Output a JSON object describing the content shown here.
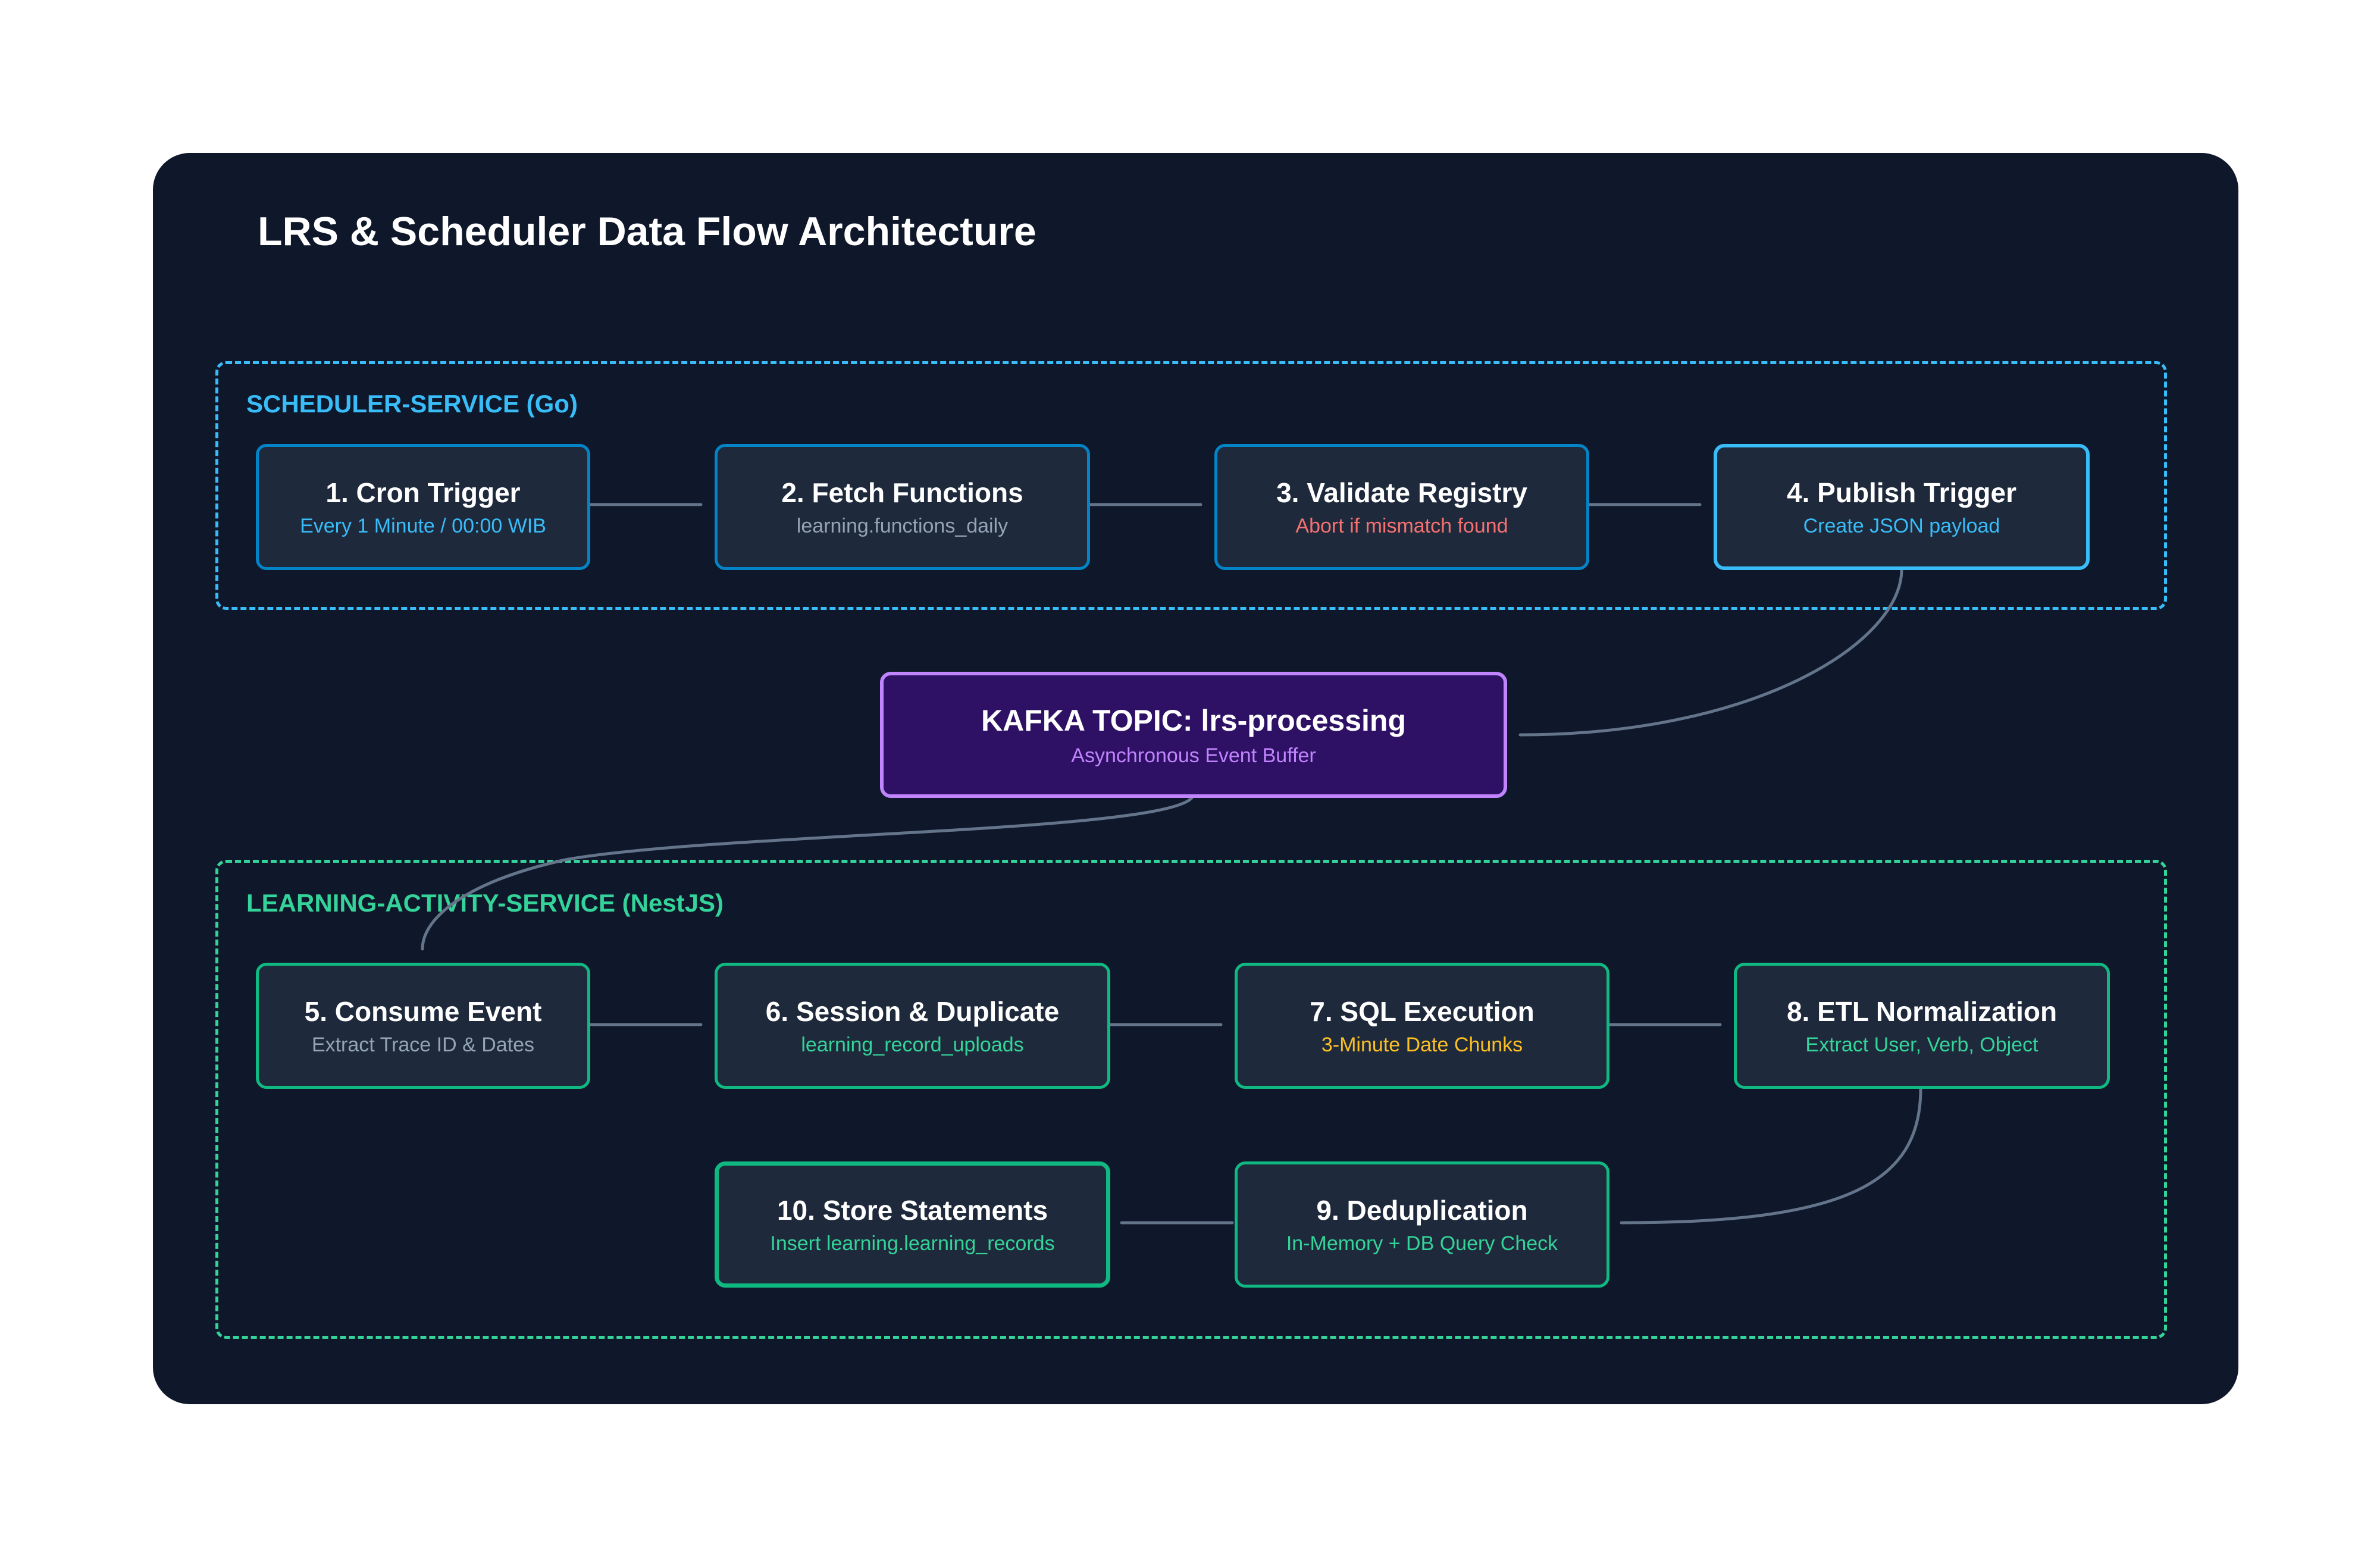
{
  "title": "LRS & Scheduler Data Flow Architecture",
  "colors": {
    "panel": "#0f172a",
    "node_fill": "#1e293b",
    "scheduler_accent": "#38bdf8",
    "scheduler_border": "#0284c7",
    "learning_accent": "#34d399",
    "learning_border": "#10b981",
    "kafka_fill": "#2e1065",
    "kafka_border": "#c084fc",
    "kafka_text": "#c084fc",
    "error": "#f87171",
    "warning": "#fbbf24",
    "muted": "#94a3b8",
    "connector": "#64748b"
  },
  "groups": {
    "scheduler": {
      "label": "SCHEDULER-SERVICE (Go)"
    },
    "learning": {
      "label": "LEARNING-ACTIVITY-SERVICE (NestJS)"
    }
  },
  "nodes": {
    "n1": {
      "title": "1. Cron Trigger",
      "subtitle": "Every 1 Minute / 00:00 WIB"
    },
    "n2": {
      "title": "2. Fetch Functions",
      "subtitle": "learning.functions_daily"
    },
    "n3": {
      "title": "3. Validate Registry",
      "subtitle": "Abort if mismatch found"
    },
    "n4": {
      "title": "4. Publish Trigger",
      "subtitle": "Create JSON payload"
    },
    "kafka": {
      "title": "KAFKA TOPIC: lrs-processing",
      "subtitle": "Asynchronous Event Buffer"
    },
    "n5": {
      "title": "5. Consume Event",
      "subtitle": "Extract Trace ID & Dates"
    },
    "n6": {
      "title": "6. Session & Duplicate",
      "subtitle": "learning_record_uploads"
    },
    "n7": {
      "title": "7. SQL Execution",
      "subtitle": "3-Minute Date Chunks"
    },
    "n8": {
      "title": "8. ETL Normalization",
      "subtitle": "Extract User, Verb, Object"
    },
    "n9": {
      "title": "9. Deduplication",
      "subtitle": "In-Memory + DB Query Check"
    },
    "n10": {
      "title": "10. Store Statements",
      "subtitle": "Insert learning.learning_records"
    }
  }
}
